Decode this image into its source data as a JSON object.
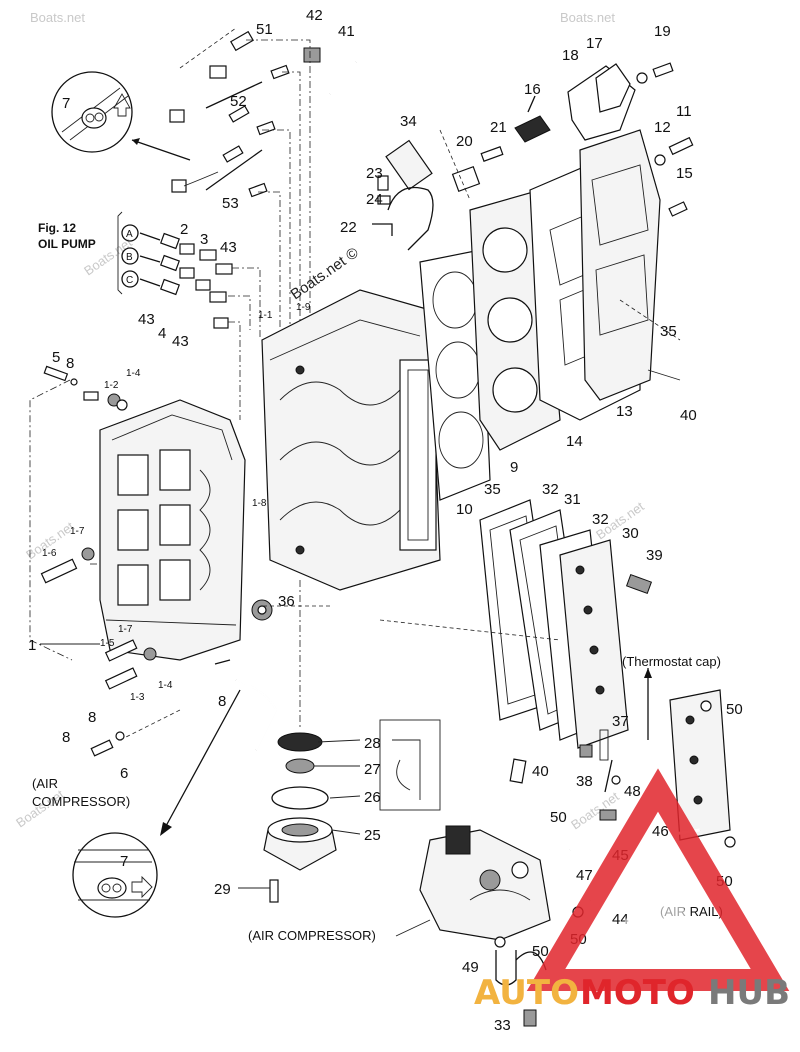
{
  "figure": {
    "fig_number": "Fig. 12",
    "fig_title": "OIL PUMP"
  },
  "annotations": {
    "thermostat_cap": "(Thermostat cap)",
    "air_compressor_left_1": "(AIR",
    "air_compressor_left_2": "COMPRESSOR)",
    "air_compressor_bottom": "(AIR COMPRESSOR)",
    "air_rail": "(AIR RAIL)"
  },
  "watermarks": {
    "main": "Boats.net ©",
    "faint": "Boats.net"
  },
  "oil_lines": [
    "A",
    "B",
    "C"
  ],
  "logo": {
    "part1": "AUTO",
    "part2": "MOTO",
    "part3": "HUB",
    "color_red": "#e0252b",
    "color_orange": "#f2b340",
    "color_gray": "#7a7a7a"
  },
  "callouts": {
    "c1": "1",
    "c1_2": "1-2",
    "c1_3": "1-3",
    "c1_4a": "1-4",
    "c1_4b": "1-4",
    "c1_5": "1-5",
    "c1_6": "1-6",
    "c1_7a": "1-7",
    "c1_7b": "1-7",
    "c1_8": "1-8",
    "c1_1": "1-1",
    "c1_9": "1-9",
    "c2": "2",
    "c3": "3",
    "c4": "4",
    "c5": "5",
    "c6": "6",
    "c7a": "7",
    "c7b": "7",
    "c8a": "8",
    "c8b": "8",
    "c8c": "8",
    "c8d": "8",
    "c9": "9",
    "c10": "10",
    "c11": "11",
    "c12": "12",
    "c13": "13",
    "c14": "14",
    "c15": "15",
    "c16": "16",
    "c17": "17",
    "c18": "18",
    "c19": "19",
    "c20": "20",
    "c21": "21",
    "c22": "22",
    "c23": "23",
    "c24": "24",
    "c25": "25",
    "c26": "26",
    "c27": "27",
    "c28": "28",
    "c29": "29",
    "c30": "30",
    "c31": "31",
    "c32a": "32",
    "c32b": "32",
    "c33": "33",
    "c34": "34",
    "c35a": "35",
    "c35b": "35",
    "c36": "36",
    "c37": "37",
    "c38": "38",
    "c39": "39",
    "c40a": "40",
    "c40b": "40",
    "c41": "41",
    "c42": "42",
    "c43a": "43",
    "c43b": "43",
    "c43c": "43",
    "c44": "44",
    "c45": "45",
    "c46": "46",
    "c47": "47",
    "c48": "48",
    "c49": "49",
    "c50a": "50",
    "c50b": "50",
    "c50c": "50",
    "c50d": "50",
    "c50e": "50",
    "c51": "51",
    "c52": "52",
    "c53": "53"
  }
}
